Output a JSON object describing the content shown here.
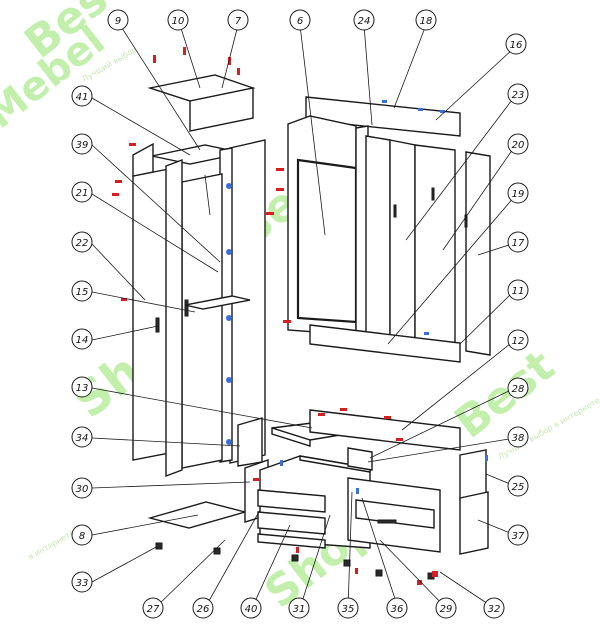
{
  "watermark": {
    "brand_a": "Best",
    "brand_b": "MebelShop",
    "brand_c": "Shop",
    "brand_d": "Mebel",
    "slogan_a": "Лучший выбор в интернете",
    "slogan_b": "Лучший выбор",
    "slogan_c": "в интернете"
  },
  "callouts": [
    {
      "id": "c9",
      "label": "9"
    },
    {
      "id": "c10",
      "label": "10"
    },
    {
      "id": "c7",
      "label": "7"
    },
    {
      "id": "c6",
      "label": "6"
    },
    {
      "id": "c24",
      "label": "24"
    },
    {
      "id": "c18",
      "label": "18"
    },
    {
      "id": "c16",
      "label": "16"
    },
    {
      "id": "c41",
      "label": "41"
    },
    {
      "id": "c39",
      "label": "39"
    },
    {
      "id": "c21",
      "label": "21"
    },
    {
      "id": "c22",
      "label": "22"
    },
    {
      "id": "c15",
      "label": "15"
    },
    {
      "id": "c14",
      "label": "14"
    },
    {
      "id": "c23",
      "label": "23"
    },
    {
      "id": "c20",
      "label": "20"
    },
    {
      "id": "c19",
      "label": "19"
    },
    {
      "id": "c17",
      "label": "17"
    },
    {
      "id": "c11",
      "label": "11"
    },
    {
      "id": "c12",
      "label": "12"
    },
    {
      "id": "c13",
      "label": "13"
    },
    {
      "id": "c34",
      "label": "34"
    },
    {
      "id": "c28",
      "label": "28"
    },
    {
      "id": "c38",
      "label": "38"
    },
    {
      "id": "c25",
      "label": "25"
    },
    {
      "id": "c30",
      "label": "30"
    },
    {
      "id": "c8",
      "label": "8"
    },
    {
      "id": "c37",
      "label": "37"
    },
    {
      "id": "c33",
      "label": "33"
    },
    {
      "id": "c27",
      "label": "27"
    },
    {
      "id": "c26",
      "label": "26"
    },
    {
      "id": "c40",
      "label": "40"
    },
    {
      "id": "c31",
      "label": "31"
    },
    {
      "id": "c35",
      "label": "35"
    },
    {
      "id": "c36",
      "label": "36"
    },
    {
      "id": "c29",
      "label": "29"
    },
    {
      "id": "c32",
      "label": "32"
    }
  ],
  "colors": {
    "line": "#1a1a1a",
    "fitting_red": "#d62020",
    "fitting_blue": "#3a6fd8",
    "watermark_green": "#7ae04a"
  }
}
